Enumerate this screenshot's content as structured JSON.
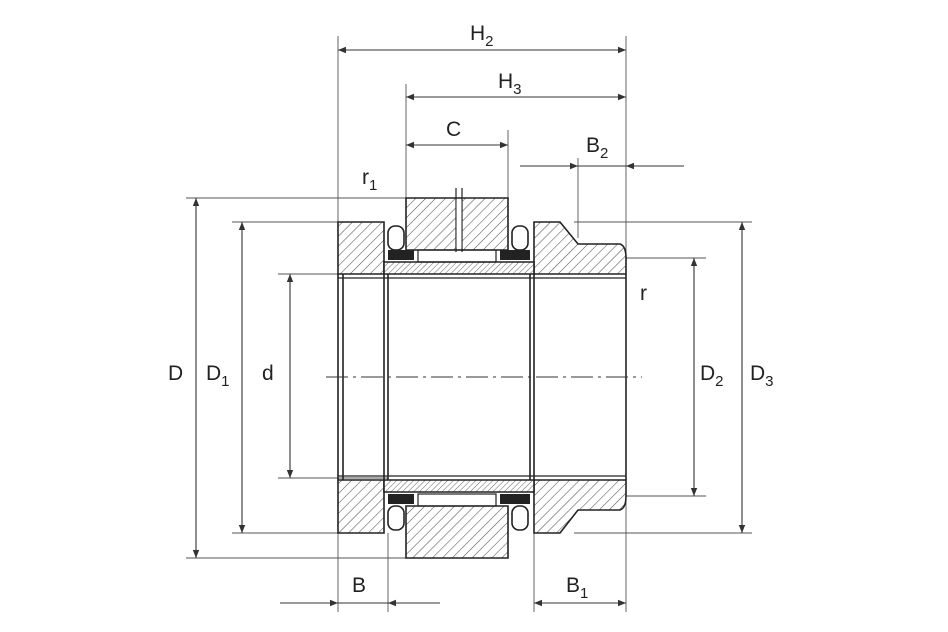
{
  "labels": {
    "H2": {
      "main": "H",
      "sub": "2"
    },
    "H3": {
      "main": "H",
      "sub": "3"
    },
    "C": {
      "main": "C",
      "sub": ""
    },
    "B2": {
      "main": "B",
      "sub": "2"
    },
    "r1": {
      "main": "r",
      "sub": "1"
    },
    "r": {
      "main": "r",
      "sub": ""
    },
    "D": {
      "main": "D",
      "sub": ""
    },
    "D1": {
      "main": "D",
      "sub": "1"
    },
    "d": {
      "main": "d",
      "sub": ""
    },
    "D2": {
      "main": "D",
      "sub": "2"
    },
    "D3": {
      "main": "D",
      "sub": "3"
    },
    "B": {
      "main": "B",
      "sub": ""
    },
    "B1": {
      "main": "B",
      "sub": "1"
    }
  },
  "colors": {
    "line": "#222222",
    "hatch": "#555555",
    "background": "#ffffff"
  }
}
